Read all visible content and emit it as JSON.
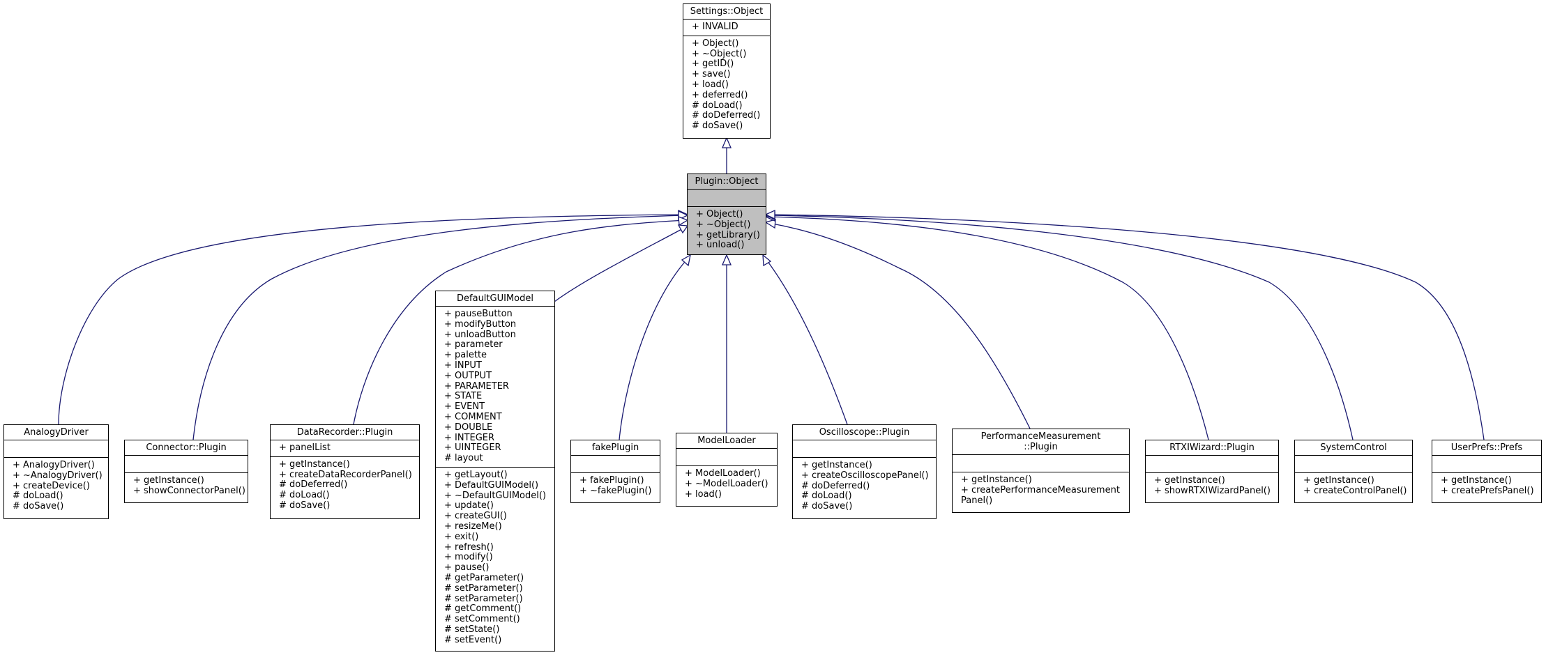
{
  "nodes": {
    "settings_object": {
      "name": "Settings::Object",
      "attributes": [
        "+ INVALID"
      ],
      "methods": [
        "+ Object()",
        "+ ~Object()",
        "+ getID()",
        "+ save()",
        "+ load()",
        "+ deferred()",
        "# doLoad()",
        "# doDeferred()",
        "# doSave()"
      ]
    },
    "plugin_object": {
      "name": "Plugin::Object",
      "attributes": [],
      "methods": [
        "+ Object()",
        "+ ~Object()",
        "+ getLibrary()",
        "+ unload()"
      ]
    },
    "analogy_driver": {
      "name": "AnalogyDriver",
      "attributes": [],
      "methods": [
        "+ AnalogyDriver()",
        "+ ~AnalogyDriver()",
        "+ createDevice()",
        "# doLoad()",
        "# doSave()"
      ]
    },
    "connector_plugin": {
      "name": "Connector::Plugin",
      "attributes": [],
      "methods": [
        "+ getInstance()",
        "+ showConnectorPanel()"
      ]
    },
    "datarecorder_plugin": {
      "name": "DataRecorder::Plugin",
      "attributes": [
        "+ panelList"
      ],
      "methods": [
        "+ getInstance()",
        "+ createDataRecorderPanel()",
        "# doDeferred()",
        "# doLoad()",
        "# doSave()"
      ]
    },
    "default_gui_model": {
      "name": "DefaultGUIModel",
      "attributes": [
        "+ pauseButton",
        "+ modifyButton",
        "+ unloadButton",
        "+ parameter",
        "+ palette",
        "+ INPUT",
        "+ OUTPUT",
        "+ PARAMETER",
        "+ STATE",
        "+ EVENT",
        "+ COMMENT",
        "+ DOUBLE",
        "+ INTEGER",
        "+ UINTEGER",
        "# layout"
      ],
      "methods": [
        "+ getLayout()",
        "+ DefaultGUIModel()",
        "+ ~DefaultGUIModel()",
        "+ update()",
        "+ createGUI()",
        "+ resizeMe()",
        "+ exit()",
        "+ refresh()",
        "+ modify()",
        "+ pause()",
        "# getParameter()",
        "# setParameter()",
        "# setParameter()",
        "# getComment()",
        "# setComment()",
        "# setState()",
        "# setEvent()"
      ]
    },
    "fake_plugin": {
      "name": "fakePlugin",
      "attributes": [],
      "methods": [
        "+ fakePlugin()",
        "+ ~fakePlugin()"
      ]
    },
    "model_loader": {
      "name": "ModelLoader",
      "attributes": [],
      "methods": [
        "+ ModelLoader()",
        "+ ~ModelLoader()",
        "+ load()"
      ]
    },
    "oscilloscope_plugin": {
      "name": "Oscilloscope::Plugin",
      "attributes": [],
      "methods": [
        "+ getInstance()",
        "+ createOscilloscopePanel()",
        "# doDeferred()",
        "# doLoad()",
        "# doSave()"
      ]
    },
    "performance_measurement_plugin": {
      "name": "PerformanceMeasurement\n::Plugin",
      "attributes": [],
      "methods": [
        "+ getInstance()",
        "+ createPerformanceMeasurement\nPanel()"
      ]
    },
    "rtxiwizard_plugin": {
      "name": "RTXIWizard::Plugin",
      "attributes": [],
      "methods": [
        "+ getInstance()",
        "+ showRTXIWizardPanel()"
      ]
    },
    "system_control": {
      "name": "SystemControl",
      "attributes": [],
      "methods": [
        "+ getInstance()",
        "+ createControlPanel()"
      ]
    },
    "userprefs_prefs": {
      "name": "UserPrefs::Prefs",
      "attributes": [],
      "methods": [
        "+ getInstance()",
        "+ createPrefsPanel()"
      ]
    }
  },
  "edges": [
    {
      "from": "plugin_object",
      "to": "settings_object",
      "type": "inheritance"
    },
    {
      "from": "analogy_driver",
      "to": "plugin_object",
      "type": "inheritance"
    },
    {
      "from": "connector_plugin",
      "to": "plugin_object",
      "type": "inheritance"
    },
    {
      "from": "datarecorder_plugin",
      "to": "plugin_object",
      "type": "inheritance"
    },
    {
      "from": "default_gui_model",
      "to": "plugin_object",
      "type": "inheritance"
    },
    {
      "from": "fake_plugin",
      "to": "plugin_object",
      "type": "inheritance"
    },
    {
      "from": "model_loader",
      "to": "plugin_object",
      "type": "inheritance"
    },
    {
      "from": "oscilloscope_plugin",
      "to": "plugin_object",
      "type": "inheritance"
    },
    {
      "from": "performance_measurement_plugin",
      "to": "plugin_object",
      "type": "inheritance"
    },
    {
      "from": "rtxiwizard_plugin",
      "to": "plugin_object",
      "type": "inheritance"
    },
    {
      "from": "system_control",
      "to": "plugin_object",
      "type": "inheritance"
    },
    {
      "from": "userprefs_prefs",
      "to": "plugin_object",
      "type": "inheritance"
    }
  ],
  "colors": {
    "edge": "#191970",
    "highlight_fill": "#bfbfbf",
    "border": "#000000"
  }
}
